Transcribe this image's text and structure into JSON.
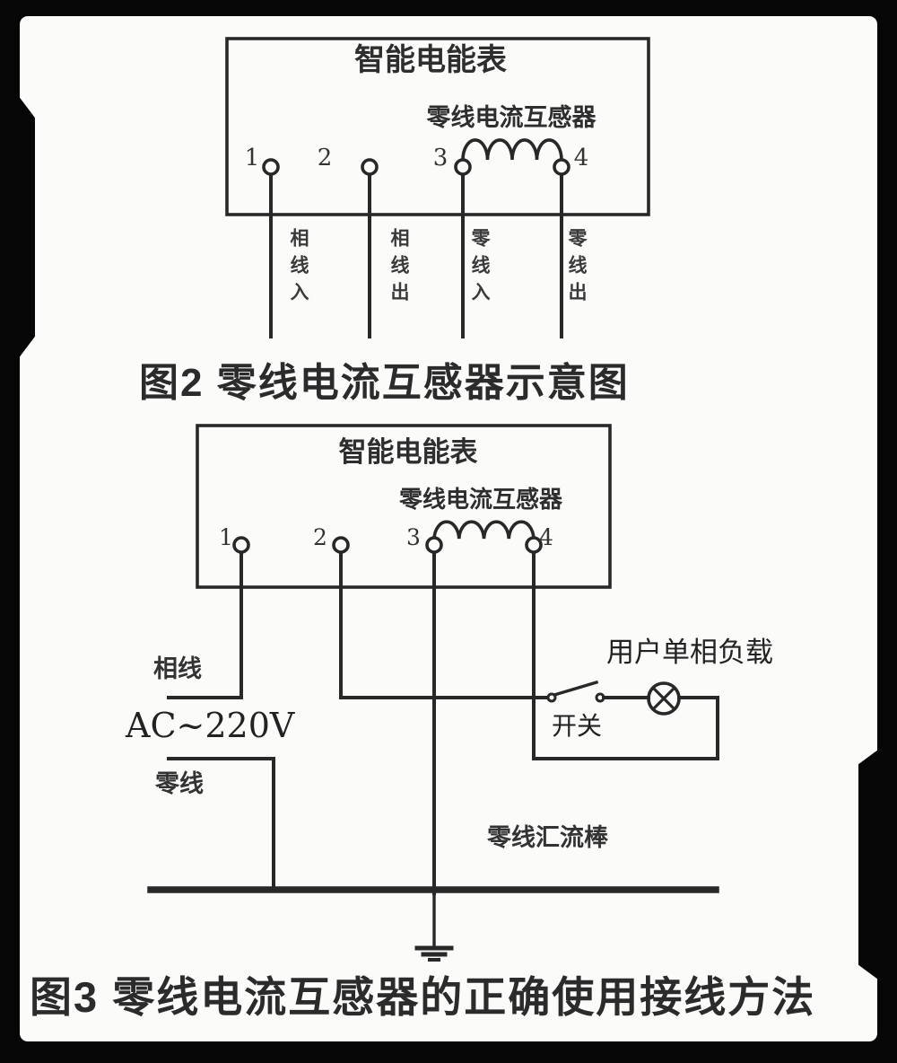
{
  "palette": {
    "frame": "#060606",
    "paper": "#fbfbfa",
    "ink": "#282828",
    "text": "#333333"
  },
  "figure2": {
    "meter_label": "智能电能表",
    "ct_label": "零线电流互感器",
    "terminals": [
      "1",
      "2",
      "3",
      "4"
    ],
    "wire_labels": [
      "相线入",
      "相线出",
      "零线入",
      "零线出"
    ],
    "caption": "图2 零线电流互感器示意图"
  },
  "figure3": {
    "meter_label": "智能电能表",
    "ct_label": "零线电流互感器",
    "terminals": [
      "1",
      "2",
      "3",
      "4"
    ],
    "phase_label": "相线",
    "supply_label": "AC~220V",
    "neutral_label": "零线",
    "load_label": "用户单相负载",
    "switch_label": "开关",
    "busbar_label": "零线汇流棒",
    "caption": "图3 零线电流互感器的正确使用接线方法"
  }
}
